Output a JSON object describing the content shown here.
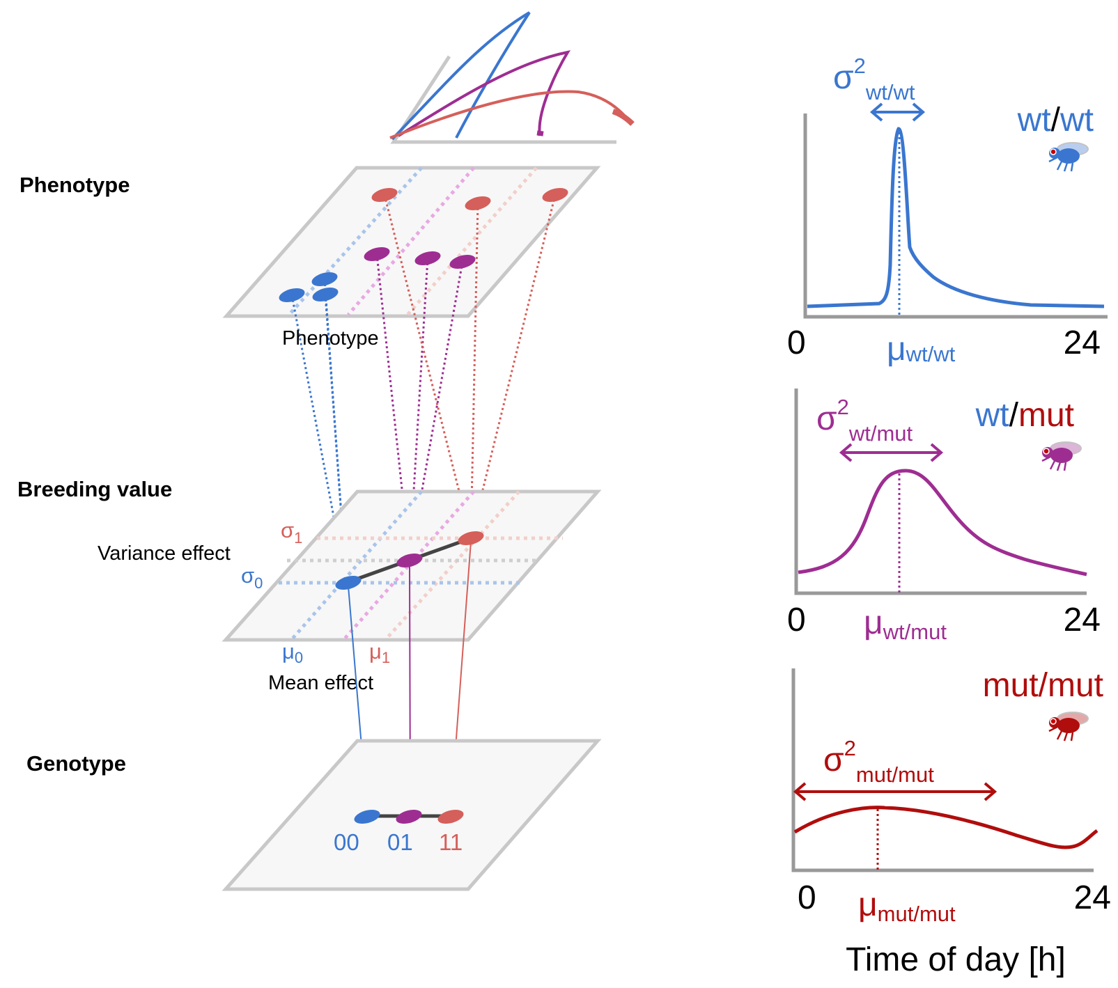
{
  "levels": {
    "phenotype": "Phenotype",
    "breeding_value": "Breeding value",
    "genotype": "Genotype"
  },
  "labels": {
    "phenotype_inner": "Phenotype",
    "variance_effect": "Variance effect",
    "mean_effect": "Mean effect",
    "sigma": "σ",
    "sigma_sub0": "0",
    "sigma_sub1": "1",
    "mu": "μ",
    "mu_sub0": "0",
    "mu_sub1": "1",
    "genotypes": [
      "00",
      "01",
      "11"
    ]
  },
  "panels": [
    {
      "genotype_left": "wt",
      "slash": "/",
      "genotype_right": "wt",
      "variance_symbol": "σ",
      "variance_exp": "2",
      "variance_sub": "wt/wt",
      "mean_symbol": "μ",
      "mean_sub": "wt/wt",
      "x_start": "0",
      "x_end": "24"
    },
    {
      "genotype_left": "wt",
      "slash": "/",
      "genotype_right": "mut",
      "variance_symbol": "σ",
      "variance_exp": "2",
      "variance_sub": "wt/mut",
      "mean_symbol": "μ",
      "mean_sub": "wt/mut",
      "x_start": "0",
      "x_end": "24"
    },
    {
      "genotype_label": "mut/mut",
      "variance_symbol": "σ",
      "variance_exp": "2",
      "variance_sub": "mut/mut",
      "mean_symbol": "μ",
      "mean_sub": "mut/mut",
      "x_start": "0",
      "x_end": "24"
    }
  ],
  "x_axis_label": "Time of day [h]",
  "colors": {
    "blue": "#3a76cf",
    "purple": "#9e2d92",
    "salmon": "#d55f5a",
    "dark_red": "#b00d0d",
    "plane_fill": "#f7f7f7",
    "plane_stroke": "#c8c8c8"
  }
}
